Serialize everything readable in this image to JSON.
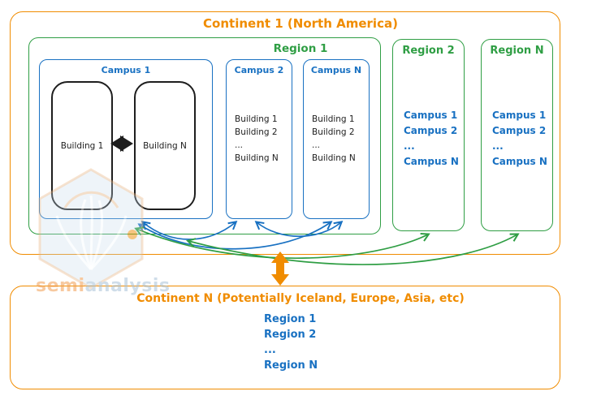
{
  "colors": {
    "orange": "#f08c00",
    "green": "#2f9e44",
    "blue": "#1971c2",
    "black": "#1e1e1e"
  },
  "continent1": {
    "title": "Continent 1 (North America)",
    "region1": {
      "title": "Region 1",
      "campus1": {
        "title": "Campus 1",
        "building1": "Building 1",
        "buildingN": "Building N"
      },
      "campus2": {
        "title": "Campus 2",
        "buildings": [
          "Building 1",
          "Building 2",
          "...",
          "Building N"
        ]
      },
      "campusN": {
        "title": "Campus N",
        "buildings": [
          "Building 1",
          "Building 2",
          "...",
          "Building N"
        ]
      }
    },
    "region2": {
      "title": "Region 2",
      "campuses": [
        "Campus 1",
        "Campus 2",
        "...",
        "Campus N"
      ]
    },
    "regionN": {
      "title": "Region N",
      "campuses": [
        "Campus 1",
        "Campus 2",
        "...",
        "Campus N"
      ]
    }
  },
  "continentN": {
    "title": "Continent N (Potentially Iceland, Europe, Asia, etc)",
    "regions": [
      "Region 1",
      "Region 2",
      "...",
      "Region N"
    ]
  },
  "watermark": {
    "semi": "semi",
    "analysis": "analysis"
  }
}
